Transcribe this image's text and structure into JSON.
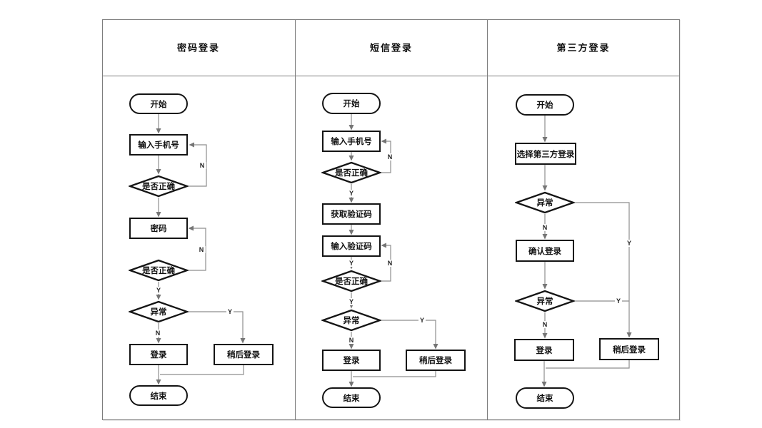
{
  "diagram": {
    "type": "swimlane-flowchart",
    "lanes": [
      {
        "title": "密码登录"
      },
      {
        "title": "短信登录"
      },
      {
        "title": "第三方登录"
      }
    ],
    "labels": {
      "yes": "Y",
      "no": "N"
    },
    "colors": {
      "background": "#ffffff",
      "shape_border": "#141414",
      "connector": "#8e8e8e",
      "arrowhead": "#757575",
      "grid_line": "#7d7d7d",
      "text": "#111111"
    },
    "lane_password": {
      "start": "开始",
      "enter_phone": "输入手机号",
      "check_phone": "是否正确",
      "password": "密码",
      "check_password": "是否正确",
      "exception": "异常",
      "login": "登录",
      "login_later": "稍后登录",
      "end": "结束"
    },
    "lane_sms": {
      "start": "开始",
      "enter_phone": "输入手机号",
      "check_phone": "是否正确",
      "get_code": "获取验证码",
      "enter_code": "输入验证码",
      "check_code": "是否正确",
      "exception": "异常",
      "login": "登录",
      "login_later": "稍后登录",
      "end": "结束"
    },
    "lane_thirdparty": {
      "start": "开始",
      "choose": "选择第三方登录",
      "exception1": "异常",
      "confirm": "确认登录",
      "exception2": "异常",
      "login": "登录",
      "login_later": "稍后登录",
      "end": "结束"
    }
  }
}
